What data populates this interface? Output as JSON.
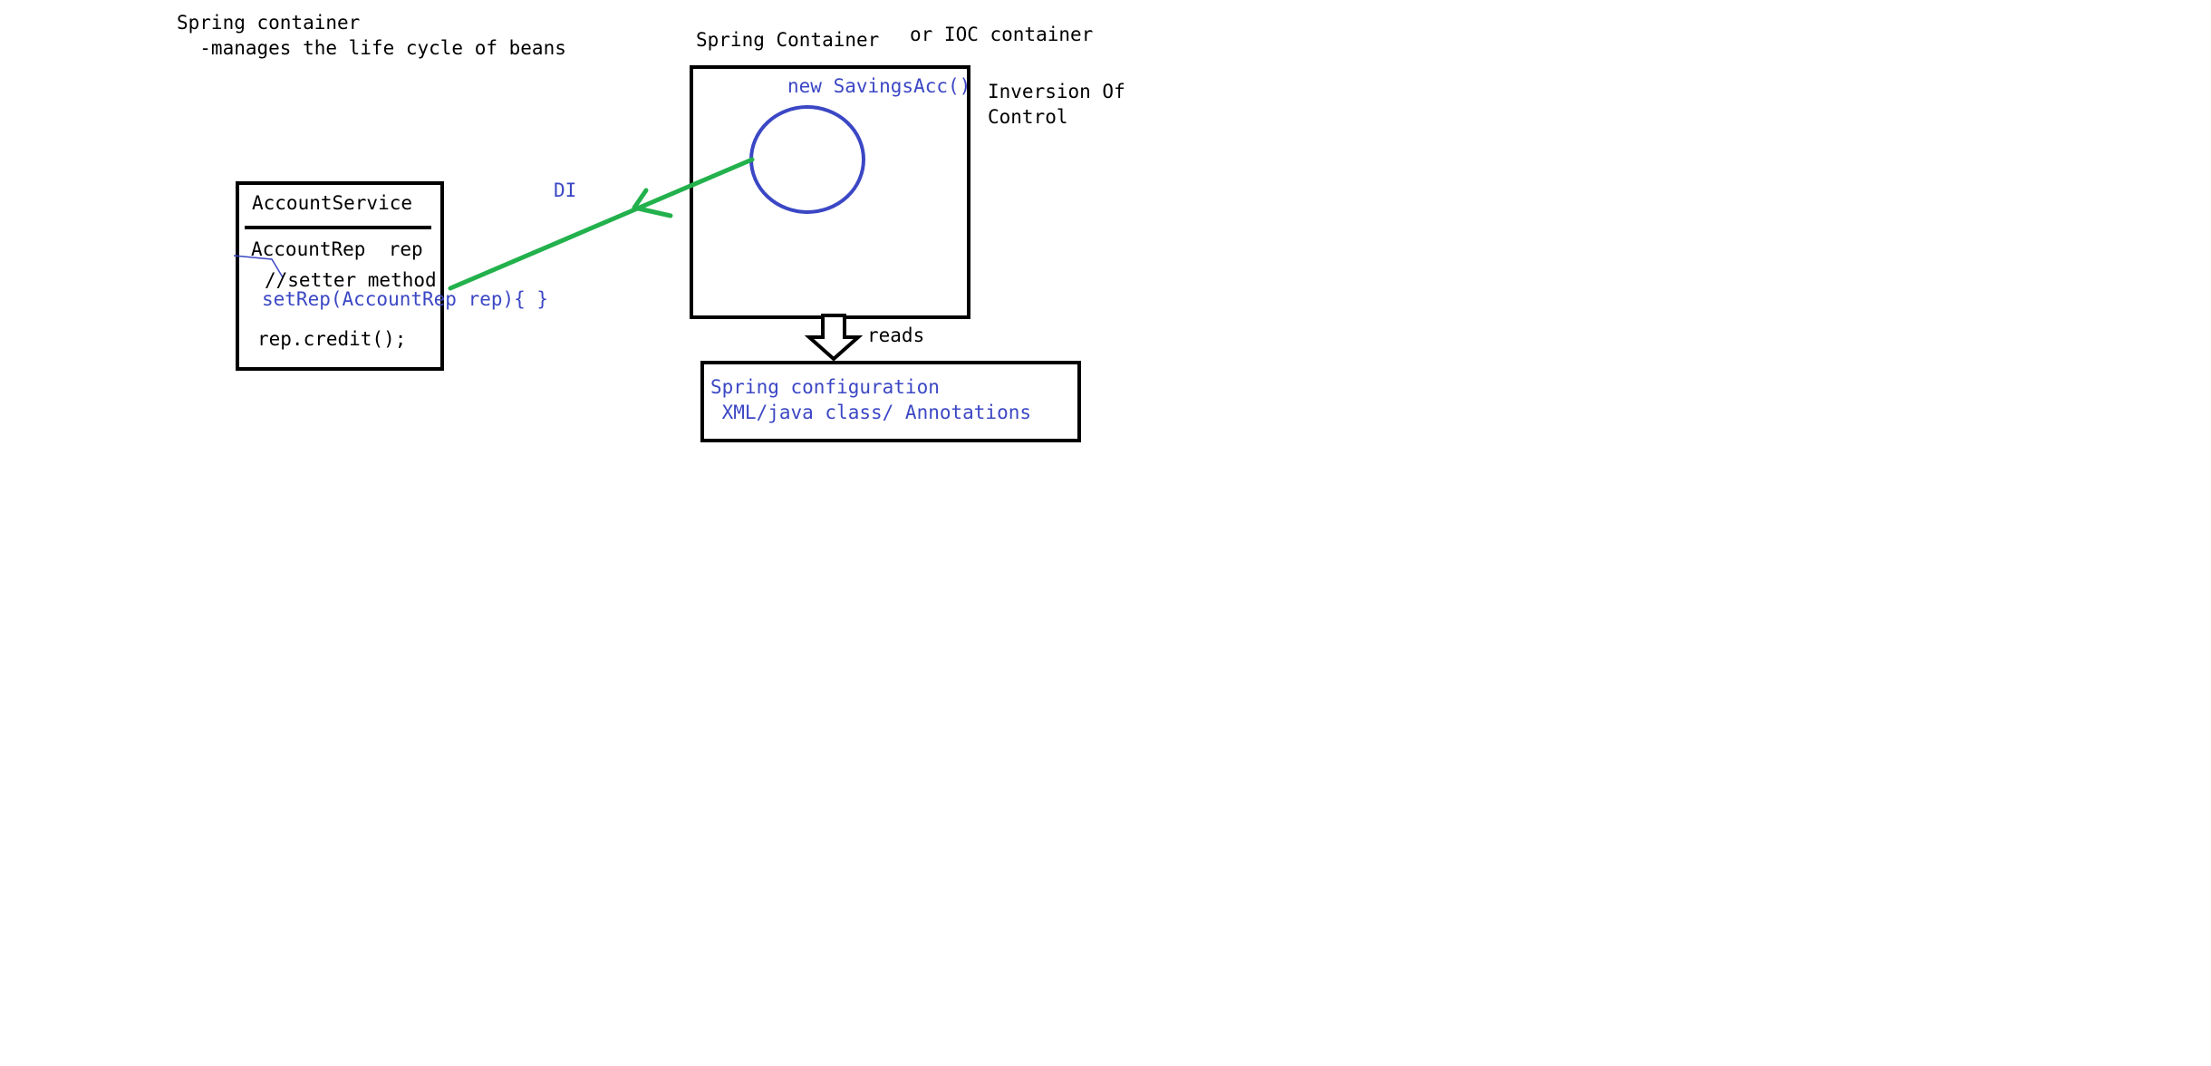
{
  "notes": {
    "line1": "Spring container",
    "line2": "  -manages the life cycle of beans"
  },
  "container": {
    "title": "Spring Container",
    "alt_title": "or IOC container",
    "bean": "new SavingsAcc()",
    "ioc_line1": "Inversion Of",
    "ioc_line2": "Control"
  },
  "di_label": "DI",
  "reads_label": "reads",
  "config": {
    "line1": "Spring configuration",
    "line2": " XML/java class/ Annotations"
  },
  "service": {
    "name": "AccountService",
    "field": "AccountRep  rep",
    "comment": "//setter method",
    "setter": "setRep(AccountRep rep){ }",
    "call": "rep.credit();"
  },
  "colors": {
    "ink": "#000000",
    "blue": "#3b47c4",
    "arrow_green": "#22b14c"
  }
}
